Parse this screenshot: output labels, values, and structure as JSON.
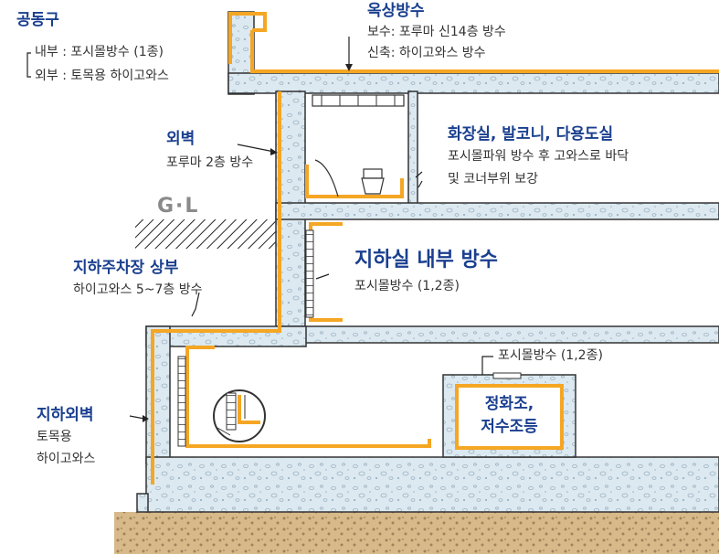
{
  "common": {
    "title": "공동구",
    "inner": "내부 : 포시몰방수 (1종)",
    "outer": "외부 : 토목용 하이고와스"
  },
  "roof": {
    "title": "옥상방수",
    "repair": "보수: 포루마 신14층 방수",
    "new": "신축: 하이고와스 방수"
  },
  "outer_wall": {
    "title": "외벽",
    "sub": "포루마 2층 방수"
  },
  "ground_level": "G·L",
  "bathroom": {
    "title": "화장실, 발코니, 다용도실",
    "line1": "포시몰파워 방수 후 고와스로 바닥",
    "line2": "및 코너부위 보강"
  },
  "parking": {
    "title": "지하주차장 상부",
    "sub": "하이고와스 5~7층 방수"
  },
  "basement": {
    "title": "지하실 내부 방수",
    "sub": "포시몰방수 (1,2종)"
  },
  "tank_top": "포시몰방수 (1,2종)",
  "tank": {
    "line1": "정화조,",
    "line2": "저수조등"
  },
  "underground_wall": {
    "title": "지하외벽",
    "sub1": "토목용",
    "sub2": "하이고와스"
  },
  "colors": {
    "concrete": "#dce9f1",
    "waterproof": "#f5a623",
    "outline": "#333333",
    "title": "#1a3f8f"
  }
}
